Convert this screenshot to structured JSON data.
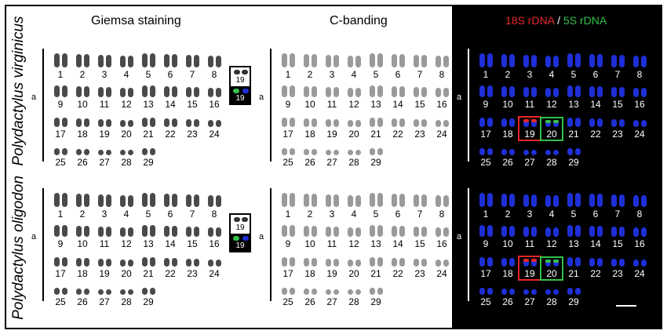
{
  "titles": {
    "giemsa": "Giemsa staining",
    "cbanding": "C-banding",
    "fish_18s": "18S rDNA",
    "fish_sep": " / ",
    "fish_5s": "5S rDNA"
  },
  "species": [
    "Polydactylus virginicus",
    "Polydactylus oligodon"
  ],
  "panel_label": "a",
  "karyotype": [
    "1",
    "2",
    "3",
    "4",
    "5",
    "6",
    "7",
    "8",
    "9",
    "10",
    "11",
    "12",
    "13",
    "14",
    "15",
    "16",
    "17",
    "18",
    "19",
    "20",
    "21",
    "22",
    "23",
    "24",
    "25",
    "26",
    "27",
    "28",
    "29"
  ],
  "inset_label": "19",
  "highlight": {
    "rdna18s_pair": "19",
    "rdna5s_pair": "20"
  },
  "colors": {
    "dapi": "#1e2fd6",
    "red_signal": "#e8262b",
    "green_signal": "#33c24b",
    "giemsa": "#4a4a4a",
    "cband": "#9a9a9a"
  }
}
